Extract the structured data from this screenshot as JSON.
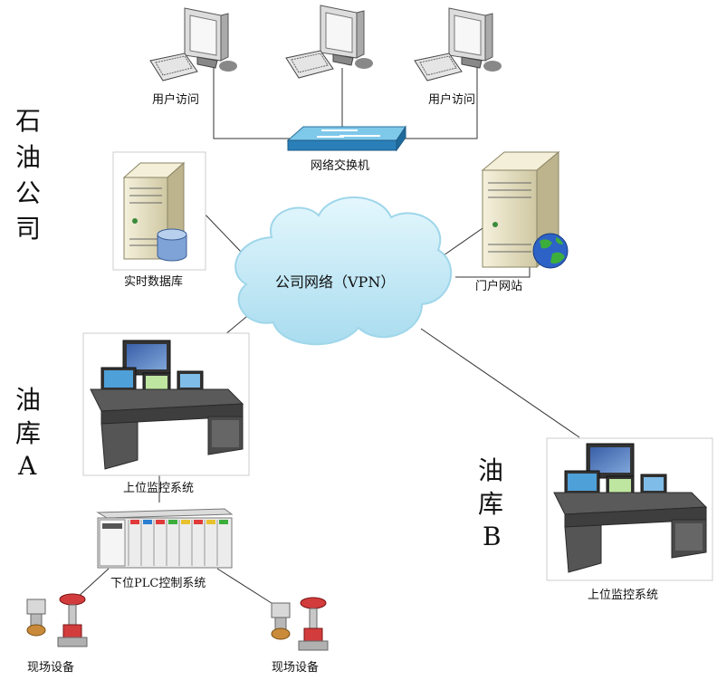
{
  "labels": {
    "user_access_1": "用户访问",
    "user_access_2": "用户访问",
    "switch": "网络交换机",
    "realtime_db": "实时数据库",
    "portal": "门户网站",
    "cloud": "公司网络（VPN）",
    "scada_a": "上位监控系统",
    "scada_b": "上位监控系统",
    "plc": "下位PLC控制系统",
    "field_1": "现场设备",
    "field_2": "现场设备"
  },
  "regions": {
    "company": [
      "石",
      "油",
      "公",
      "司"
    ],
    "depot_a": [
      "油",
      "库",
      "A"
    ],
    "depot_b": [
      "油",
      "库",
      "B"
    ]
  },
  "colors": {
    "switch_top": "#7ec8ea",
    "switch_front": "#2a7fb8",
    "cloud_fill": "#c6ecf8",
    "cloud_stroke": "#9fd6ea",
    "server_body": "#e9e3c8",
    "console_body": "#4a4a4a"
  },
  "icons": {
    "computer": "desktop-computer-icon",
    "switch": "network-switch-icon",
    "server": "server-tower-icon",
    "database": "database-cylinder-icon",
    "globe": "globe-icon",
    "console": "control-console-icon",
    "plc": "plc-rack-icon",
    "valve": "control-valve-icon"
  }
}
